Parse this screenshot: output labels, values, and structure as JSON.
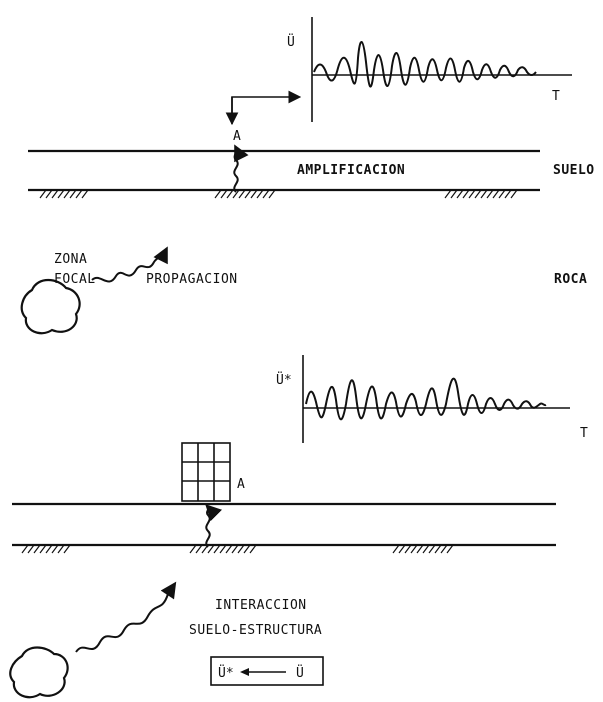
{
  "top": {
    "axis_y_label": "Ü",
    "axis_x_label": "T",
    "point_label": "A",
    "layer_label": "AMPLIFICACION",
    "side_label": "SUELO"
  },
  "middle": {
    "zone_line1": "ZONA",
    "zone_line2": "FOCAL",
    "propagation_label": "PROPAGACION",
    "side_label": "ROCA"
  },
  "bottom": {
    "axis_y_label": "Ü*",
    "axis_x_label": "T",
    "point_label": "A",
    "interaction_line1": "INTERACCION",
    "interaction_line2": "SUELO-ESTRUCTURA",
    "box_left": "Ü*",
    "box_right": "Ü"
  }
}
